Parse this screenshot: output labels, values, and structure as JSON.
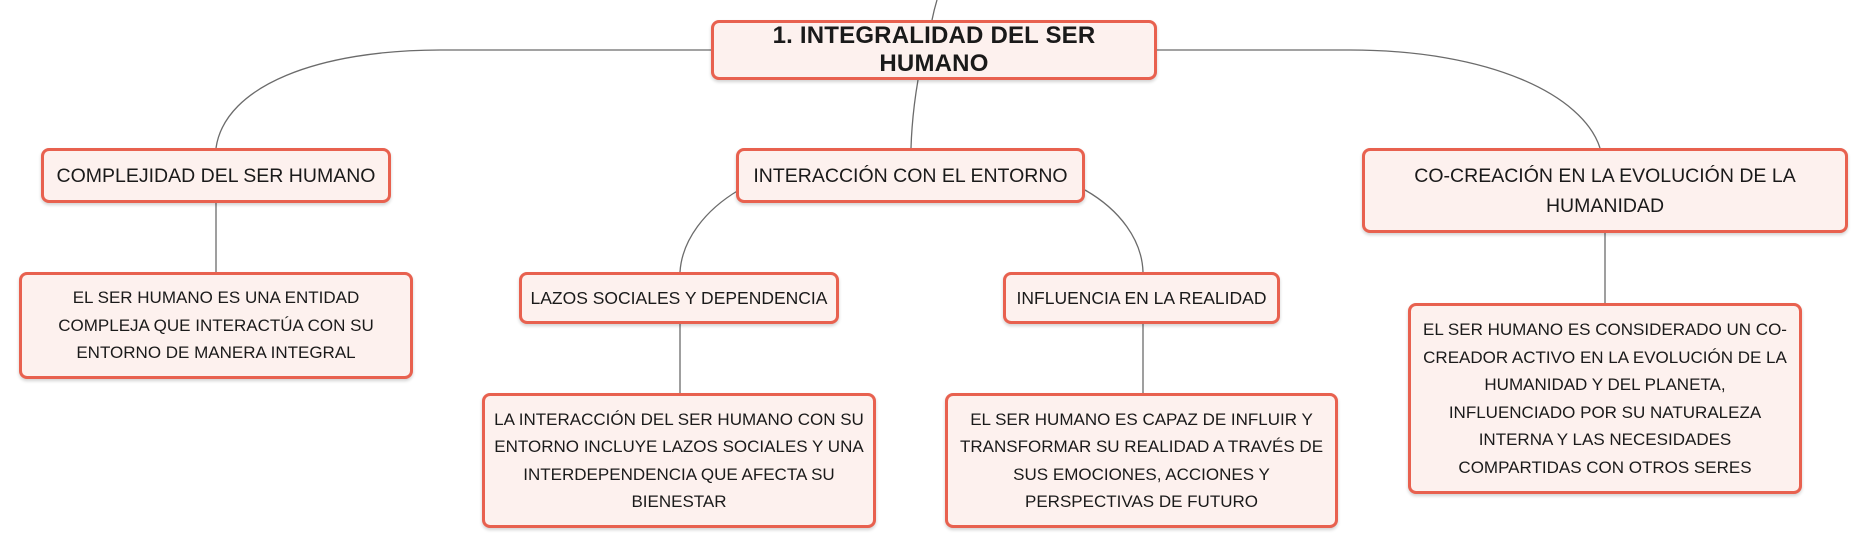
{
  "root": {
    "label": "1. INTEGRALIDAD DEL SER HUMANO"
  },
  "branches": [
    {
      "label": "COMPLEJIDAD DEL SER HUMANO",
      "detail": "EL SER HUMANO ES UNA ENTIDAD COMPLEJA QUE INTERACTÚA CON SU ENTORNO DE MANERA INTEGRAL"
    },
    {
      "label": "INTERACCIÓN CON EL ENTORNO",
      "children": [
        {
          "label": "LAZOS SOCIALES Y DEPENDENCIA",
          "detail": "LA INTERACCIÓN DEL SER HUMANO CON SU ENTORNO INCLUYE LAZOS SOCIALES Y UNA INTERDEPENDENCIA QUE AFECTA SU BIENESTAR"
        },
        {
          "label": "INFLUENCIA EN LA REALIDAD",
          "detail": "EL SER HUMANO ES CAPAZ DE INFLUIR Y TRANSFORMAR SU REALIDAD A TRAVÉS DE SUS EMOCIONES, ACCIONES Y PERSPECTIVAS DE FUTURO"
        }
      ]
    },
    {
      "label": "CO-CREACIÓN EN LA EVOLUCIÓN DE LA HUMANIDAD",
      "detail": "EL SER HUMANO ES CONSIDERADO UN CO-CREADOR ACTIVO EN LA EVOLUCIÓN DE LA HUMANIDAD Y DEL PLANETA, INFLUENCIADO POR SU NATURALEZA INTERNA Y LAS NECESIDADES COMPARTIDAS CON OTROS SERES"
    }
  ],
  "colors": {
    "node_border": "#e8614f",
    "node_fill": "#fdf1ee",
    "connector": "#6b6b6b",
    "text": "#1a1a1a"
  }
}
